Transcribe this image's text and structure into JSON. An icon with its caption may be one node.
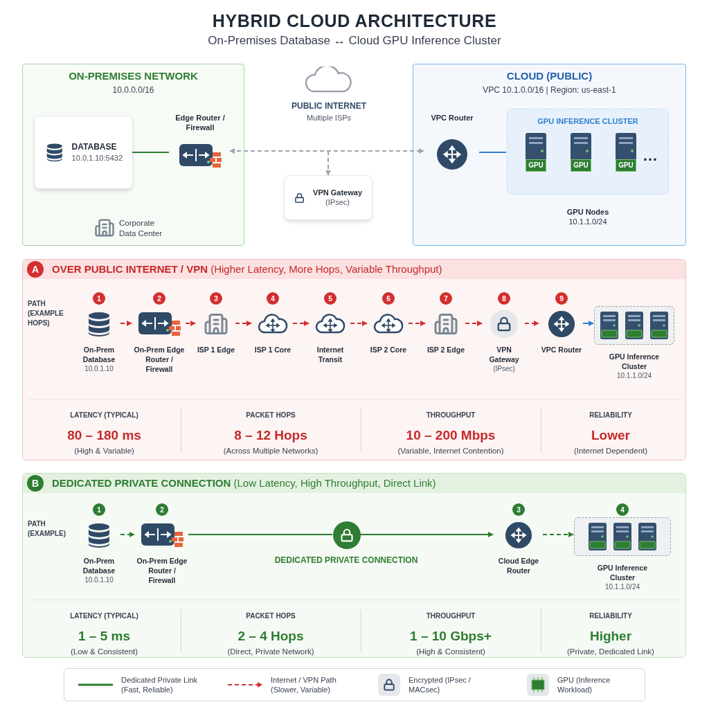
{
  "diagram": {
    "title": "HYBRID CLOUD ARCHITECTURE",
    "nodes": [
      {
        "text": [
          "ON-PREMISES NETWORK",
          "10.0.0.0/16"
        ]
      },
      {
        "text": [
          "DATABASE",
          "10.0.1.10:5432"
        ],
        "in": 0
      },
      {
        "text": [
          "Edge Router / Firewall"
        ],
        "in": 0
      },
      {
        "text": [
          "PUBLIC INTERNET",
          "Multiple ISPs"
        ]
      },
      {
        "text": [
          "VPN Gateway",
          "(IPsec)"
        ]
      },
      {
        "text": [
          "CLOUD (PUBLIC)",
          "VPC 10.1.0.0/16 | Region: us-east-1"
        ]
      },
      {
        "text": [
          "VPC Router"
        ],
        "in": 5
      },
      {
        "text": [
          "GPU INFERENCE CLUSTER"
        ],
        "in": 5,
        "beside": [
          "GPU Nodes",
          "10.1.1.0/24"
        ]
      },
      {
        "text": [
          "GPU"
        ],
        "in": 7
      },
      {
        "text": [
          "GPU"
        ],
        "in": 7
      },
      {
        "text": [
          "GPU"
        ],
        "in": 7
      },
      {
        "text": [
          "A",
          "**OVER PUBLIC INTERNET / VPN** (Higher Latency, More Hops, Variable Throughput)"
        ]
      },
      {
        "text": [
          "1",
          "On-Prem Database",
          "10.0.1.10"
        ],
        "in": 11
      },
      {
        "text": [
          "2",
          "On-Prem Edge Router / Firewall"
        ],
        "in": 11
      },
      {
        "text": [
          "3",
          "ISP 1 Edge"
        ],
        "in": 11
      },
      {
        "text": [
          "4",
          "ISP 1 Core"
        ],
        "in": 11
      },
      {
        "text": [
          "5",
          "Internet Transit"
        ],
        "in": 11
      },
      {
        "text": [
          "6",
          "ISP 2 Core"
        ],
        "in": 11
      },
      {
        "text": [
          "7",
          "ISP 2 Edge"
        ],
        "in": 11
      },
      {
        "text": [
          "8",
          "VPN Gateway",
          "(IPsec)"
        ],
        "in": 11
      },
      {
        "text": [
          "9",
          "VPC Router"
        ],
        "in": 11
      },
      {
        "text": [
          "GPU Inference Cluster",
          "10.1.1.0/24"
        ],
        "in": 11
      },
      {
        "text": [
          "B",
          "**DEDICATED PRIVATE CONNECTION** (Low Latency, High Throughput, Direct Link)"
        ]
      },
      {
        "text": [
          "1",
          "On-Prem Database",
          "10.0.1.10"
        ],
        "in": 22
      },
      {
        "text": [
          "2",
          "On-Prem Edge Router / Firewall"
        ],
        "in": 22
      },
      {
        "text": [],
        "shape": "circle",
        "in": 22
      },
      {
        "text": [
          "3",
          "Cloud Edge Router"
        ],
        "in": 22
      },
      {
        "text": [
          "4",
          "GPU Inference Cluster",
          "10.1.1.0/24"
        ],
        "in": 22
      }
    ],
    "edges": [
      {
        "from": 1,
        "to": 2,
        "arrow": "none",
        "color": "#2e7d32"
      },
      {
        "from": 2,
        "to": 6,
        "arrow": "both",
        "style": "dashed",
        "color": "#9ca3af"
      },
      {
        "from": null,
        "to": 4,
        "arrow": "to",
        "style": "dashed",
        "color": "#9ca3af"
      },
      {
        "from": 6,
        "to": 7,
        "arrow": "none",
        "color": "#2f80d0"
      },
      {
        "from": 12,
        "to": 13,
        "arrow": "to",
        "style": "dashed"
      },
      {
        "from": 13,
        "to": 14,
        "arrow": "to",
        "style": "dashed"
      },
      {
        "from": 14,
        "to": 15,
        "arrow": "to",
        "style": "dashed"
      },
      {
        "from": 15,
        "to": 16,
        "arrow": "to",
        "style": "dashed"
      },
      {
        "from": 16,
        "to": 17,
        "arrow": "to",
        "style": "dashed"
      },
      {
        "from": 17,
        "to": 18,
        "arrow": "to",
        "style": "dashed"
      },
      {
        "from": 18,
        "to": 19,
        "arrow": "to",
        "style": "dashed"
      },
      {
        "from": 19,
        "to": 20,
        "arrow": "to",
        "style": "dashed"
      },
      {
        "from": 20,
        "to": 21,
        "arrow": "to",
        "color": "#2f80d0"
      },
      {
        "from": 23,
        "to": 24,
        "arrow": "to",
        "style": "dashed",
        "color": "#2e7d32"
      },
      {
        "from": 24,
        "to": 25,
        "arrow": "none",
        "color": "#2e7d32"
      },
      {
        "from": 25,
        "to": 26,
        "arrow": "to",
        "color": "#2e7d32"
      },
      {
        "from": 26,
        "to": 27,
        "arrow": "to",
        "style": "dashed",
        "color": "#2e7d32"
      }
    ],
    "labels": [
      "On-Premises Database ↔ Cloud GPU Inference Cluster",
      "Corporate Data Center",
      "…",
      "PATH (EXAMPLE HOPS)",
      "LATENCY (TYPICAL)",
      "80 – 180 ms",
      "(High & Variable)",
      "PACKET HOPS",
      "8 – 12 Hops",
      "(Across Multiple Networks)",
      "THROUGHPUT",
      "10 – 200 Mbps",
      "(Variable, Internet Contention)",
      "RELIABILITY",
      "Lower",
      "(Internet Dependent)",
      "PATH (EXAMPLE)",
      "DEDICATED PRIVATE CONNECTION",
      "LATENCY (TYPICAL)",
      "1 – 5 ms",
      "(Low & Consistent)",
      "PACKET HOPS",
      "2 – 4 Hops",
      "(Direct, Private Network)",
      "THROUGHPUT",
      "1 – 10 Gbps+",
      "(High & Consistent)",
      "RELIABILITY",
      "Higher",
      "(Private, Dedicated Link)"
    ],
    "legend": [
      {
        "text": "Dedicated Private Link (Fast, Reliable)"
      },
      {
        "text": "Internet / VPN Path (Slower, Variable)"
      },
      {
        "text": "Encrypted (IPsec / MACsec)"
      },
      {
        "text": "GPU (Inference Workload)"
      }
    ]
  }
}
